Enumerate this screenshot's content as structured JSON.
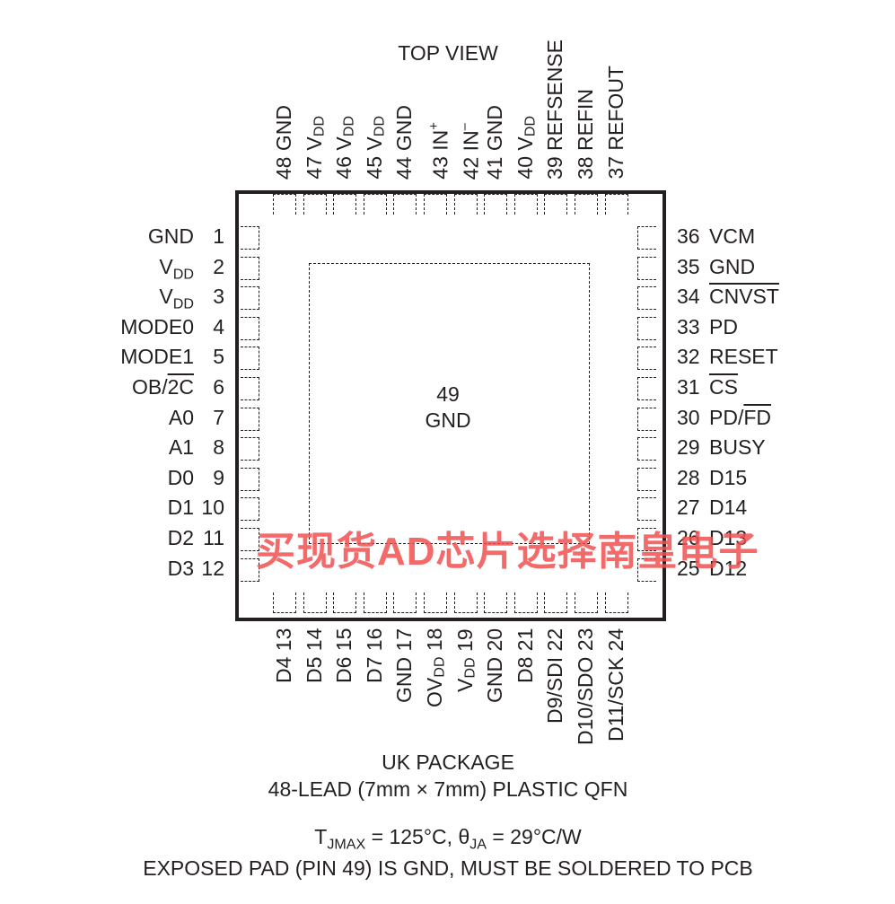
{
  "header": {
    "top_view": "TOP VIEW"
  },
  "top_pins": [
    {
      "num": "48",
      "name": "GND",
      "sub": ""
    },
    {
      "num": "47",
      "name": "V",
      "sub": "DD"
    },
    {
      "num": "46",
      "name": "V",
      "sub": "DD"
    },
    {
      "num": "45",
      "name": "V",
      "sub": "DD"
    },
    {
      "num": "44",
      "name": "GND",
      "sub": ""
    },
    {
      "num": "43",
      "name": "IN",
      "sup": "+"
    },
    {
      "num": "42",
      "name": "IN",
      "sup": "–"
    },
    {
      "num": "41",
      "name": "GND",
      "sub": ""
    },
    {
      "num": "40",
      "name": "V",
      "sub": "DD"
    },
    {
      "num": "39",
      "name": "REFSENSE",
      "sub": ""
    },
    {
      "num": "38",
      "name": "REFIN",
      "sub": ""
    },
    {
      "num": "37",
      "name": "REFOUT",
      "sub": ""
    }
  ],
  "left_pins": [
    {
      "num": "1",
      "name": "GND"
    },
    {
      "num": "2",
      "name": "V",
      "sub": "DD"
    },
    {
      "num": "3",
      "name": "V",
      "sub": "DD"
    },
    {
      "num": "4",
      "name": "MODE0"
    },
    {
      "num": "5",
      "name": "MODE1"
    },
    {
      "num": "6",
      "name": "OB/",
      "over": "2C"
    },
    {
      "num": "7",
      "name": "A0"
    },
    {
      "num": "8",
      "name": "A1"
    },
    {
      "num": "9",
      "name": "D0"
    },
    {
      "num": "10",
      "name": "D1"
    },
    {
      "num": "11",
      "name": "D2"
    },
    {
      "num": "12",
      "name": "D3"
    }
  ],
  "right_pins": [
    {
      "num": "36",
      "name": "VCM"
    },
    {
      "num": "35",
      "name": "GND"
    },
    {
      "num": "34",
      "name": "",
      "over": "CNVST"
    },
    {
      "num": "33",
      "name": "PD"
    },
    {
      "num": "32",
      "name": "RESET"
    },
    {
      "num": "31",
      "name": "",
      "over": "CS"
    },
    {
      "num": "30",
      "name": "PD/",
      "over": "FD"
    },
    {
      "num": "29",
      "name": "BUSY"
    },
    {
      "num": "28",
      "name": "D15"
    },
    {
      "num": "27",
      "name": "D14"
    },
    {
      "num": "26",
      "name": "D13"
    },
    {
      "num": "25",
      "name": "D12"
    }
  ],
  "bottom_pins": [
    {
      "num": "13",
      "name": "D4"
    },
    {
      "num": "14",
      "name": "D5"
    },
    {
      "num": "15",
      "name": "D6"
    },
    {
      "num": "16",
      "name": "D7"
    },
    {
      "num": "17",
      "name": "GND"
    },
    {
      "num": "18",
      "name": "OV",
      "sub": "DD"
    },
    {
      "num": "19",
      "name": "V",
      "sub": "DD"
    },
    {
      "num": "20",
      "name": "GND"
    },
    {
      "num": "21",
      "name": "D8"
    },
    {
      "num": "22",
      "name": "D9/SDI"
    },
    {
      "num": "23",
      "name": "D10/SDO"
    },
    {
      "num": "24",
      "name": "D11/SCK"
    }
  ],
  "exposed_pad": {
    "num": "49",
    "name": "GND"
  },
  "footer": {
    "package": "UK PACKAGE",
    "lead": "48-LEAD (7mm × 7mm) PLASTIC QFN",
    "thermal_t": "T",
    "thermal_t_sub": "JMAX",
    "thermal_mid": " = 125°C, θ",
    "thermal_theta_sub": "JA",
    "thermal_end": " = 29°C/W",
    "note": "EXPOSED PAD (PIN 49) IS GND, MUST BE SOLDERED TO PCB"
  },
  "watermark": "买现货AD芯片选择南皇电子"
}
